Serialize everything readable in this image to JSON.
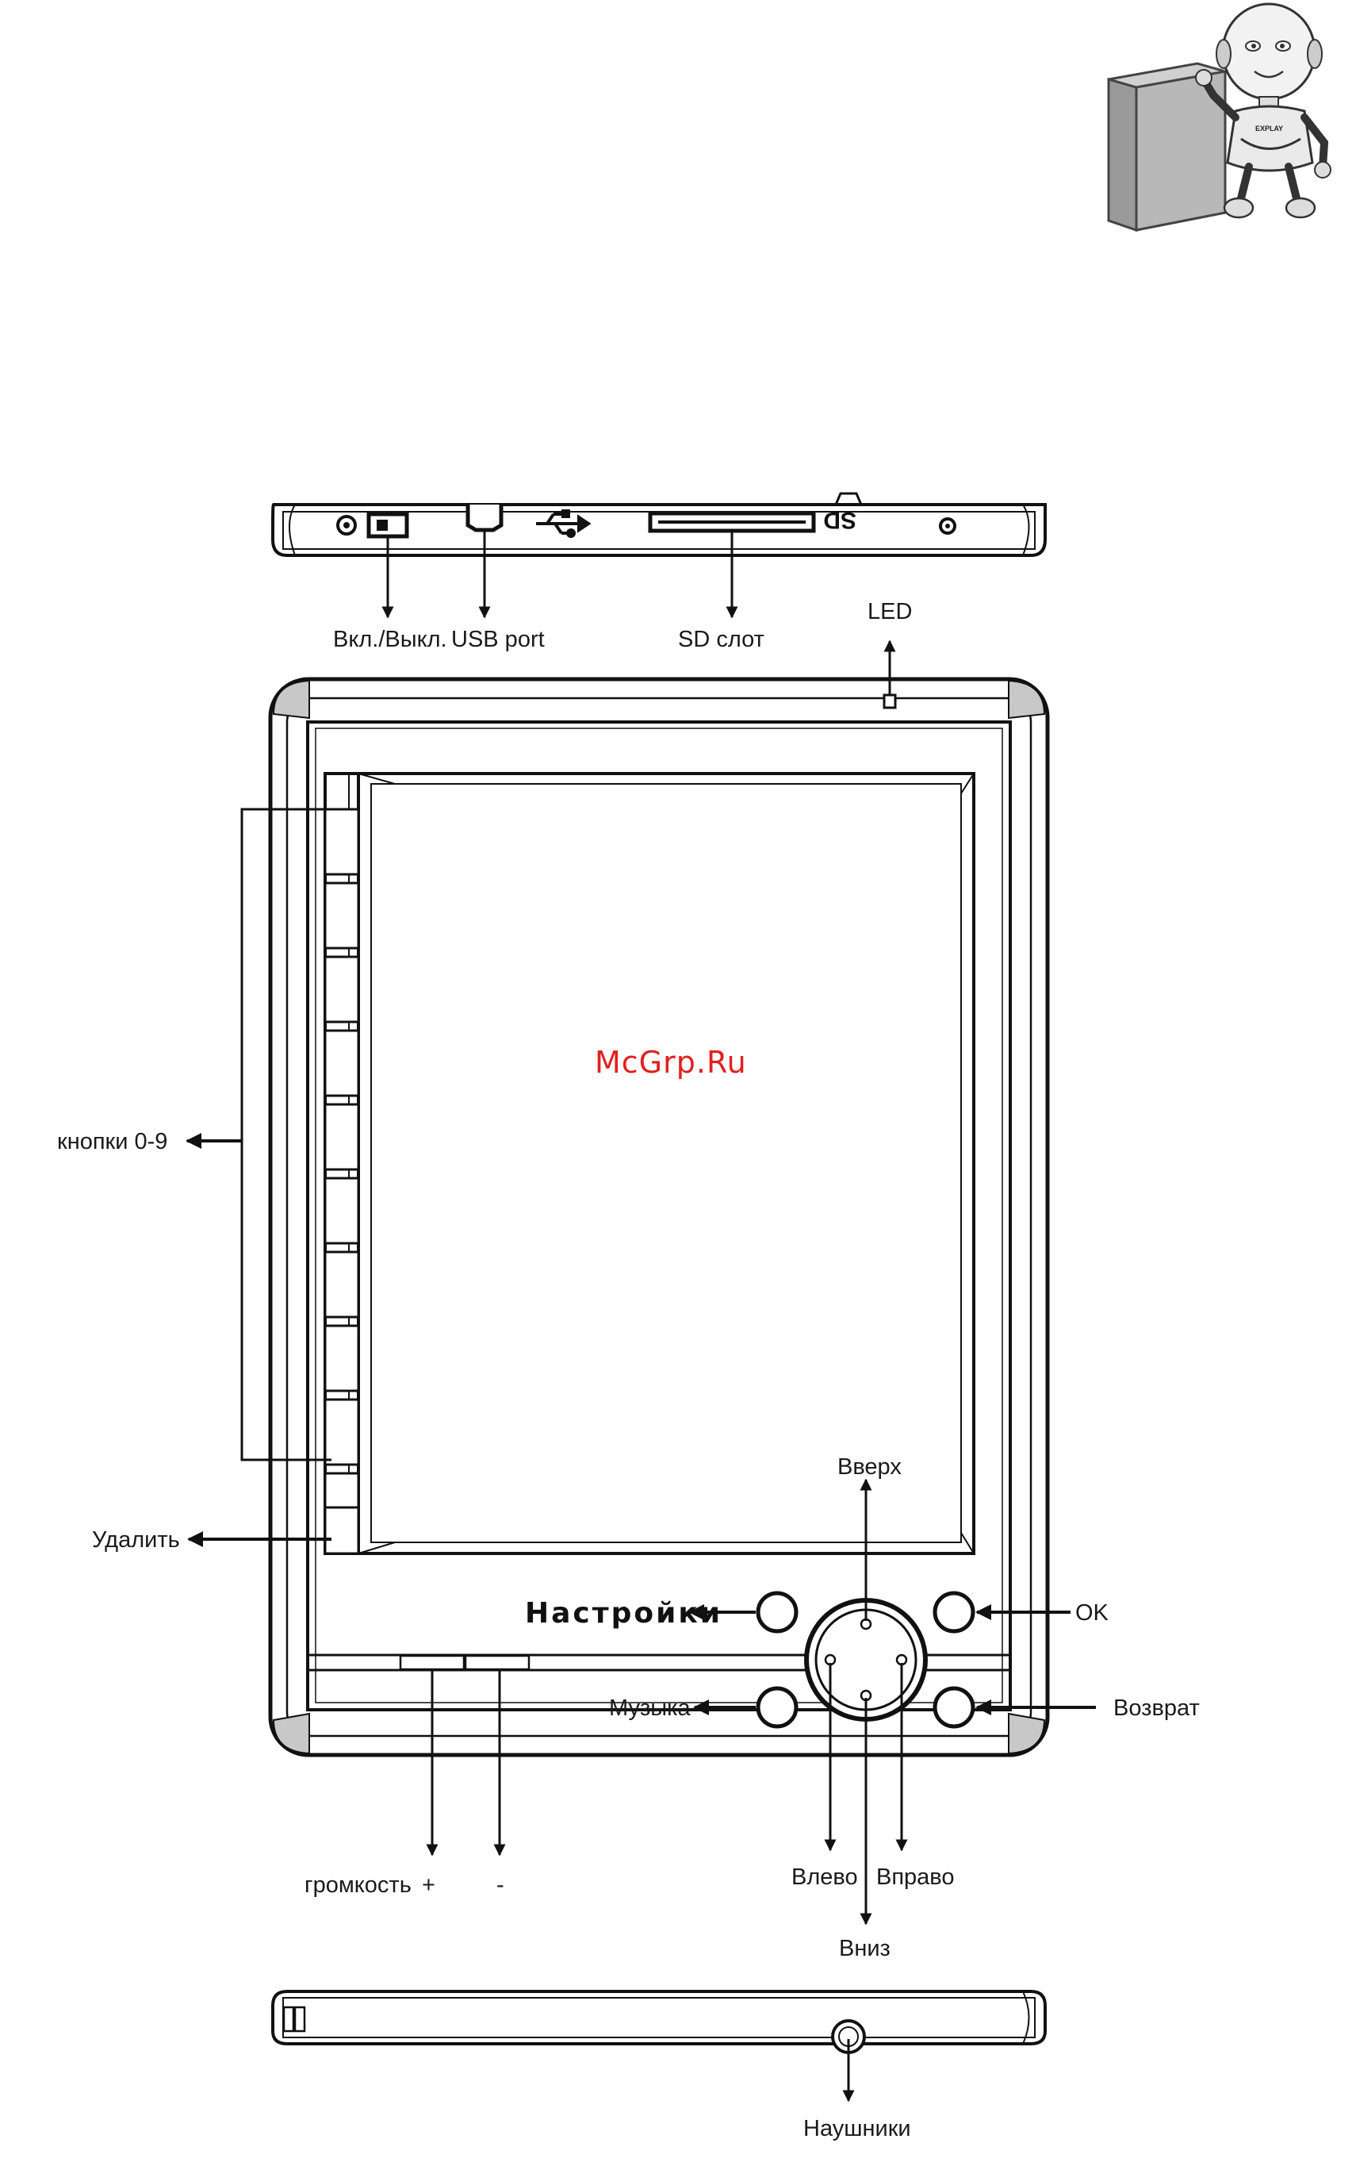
{
  "labels": {
    "power": "Вкл./Выкл.",
    "usb_port": "USB port",
    "sd_slot": "SD слот",
    "led": "LED",
    "buttons_0_9": "кнопки 0-9",
    "delete": "Удалить",
    "settings": "Настройки",
    "music": "Музыка",
    "up": "Вверх",
    "ok": "OK",
    "back": "Возврат",
    "volume": "громкость",
    "vol_plus": "+",
    "vol_minus": "-",
    "left": "Влево",
    "right": "Вправо",
    "down": "Вниз",
    "headphones": "Наушники"
  },
  "device_markings": {
    "sd": "SD",
    "brand": "EXPLAY"
  },
  "watermark": "McGrp.Ru",
  "icons": {
    "mascot": "robot-mascot-with-book-icon",
    "usb": "usb-symbol-icon"
  }
}
